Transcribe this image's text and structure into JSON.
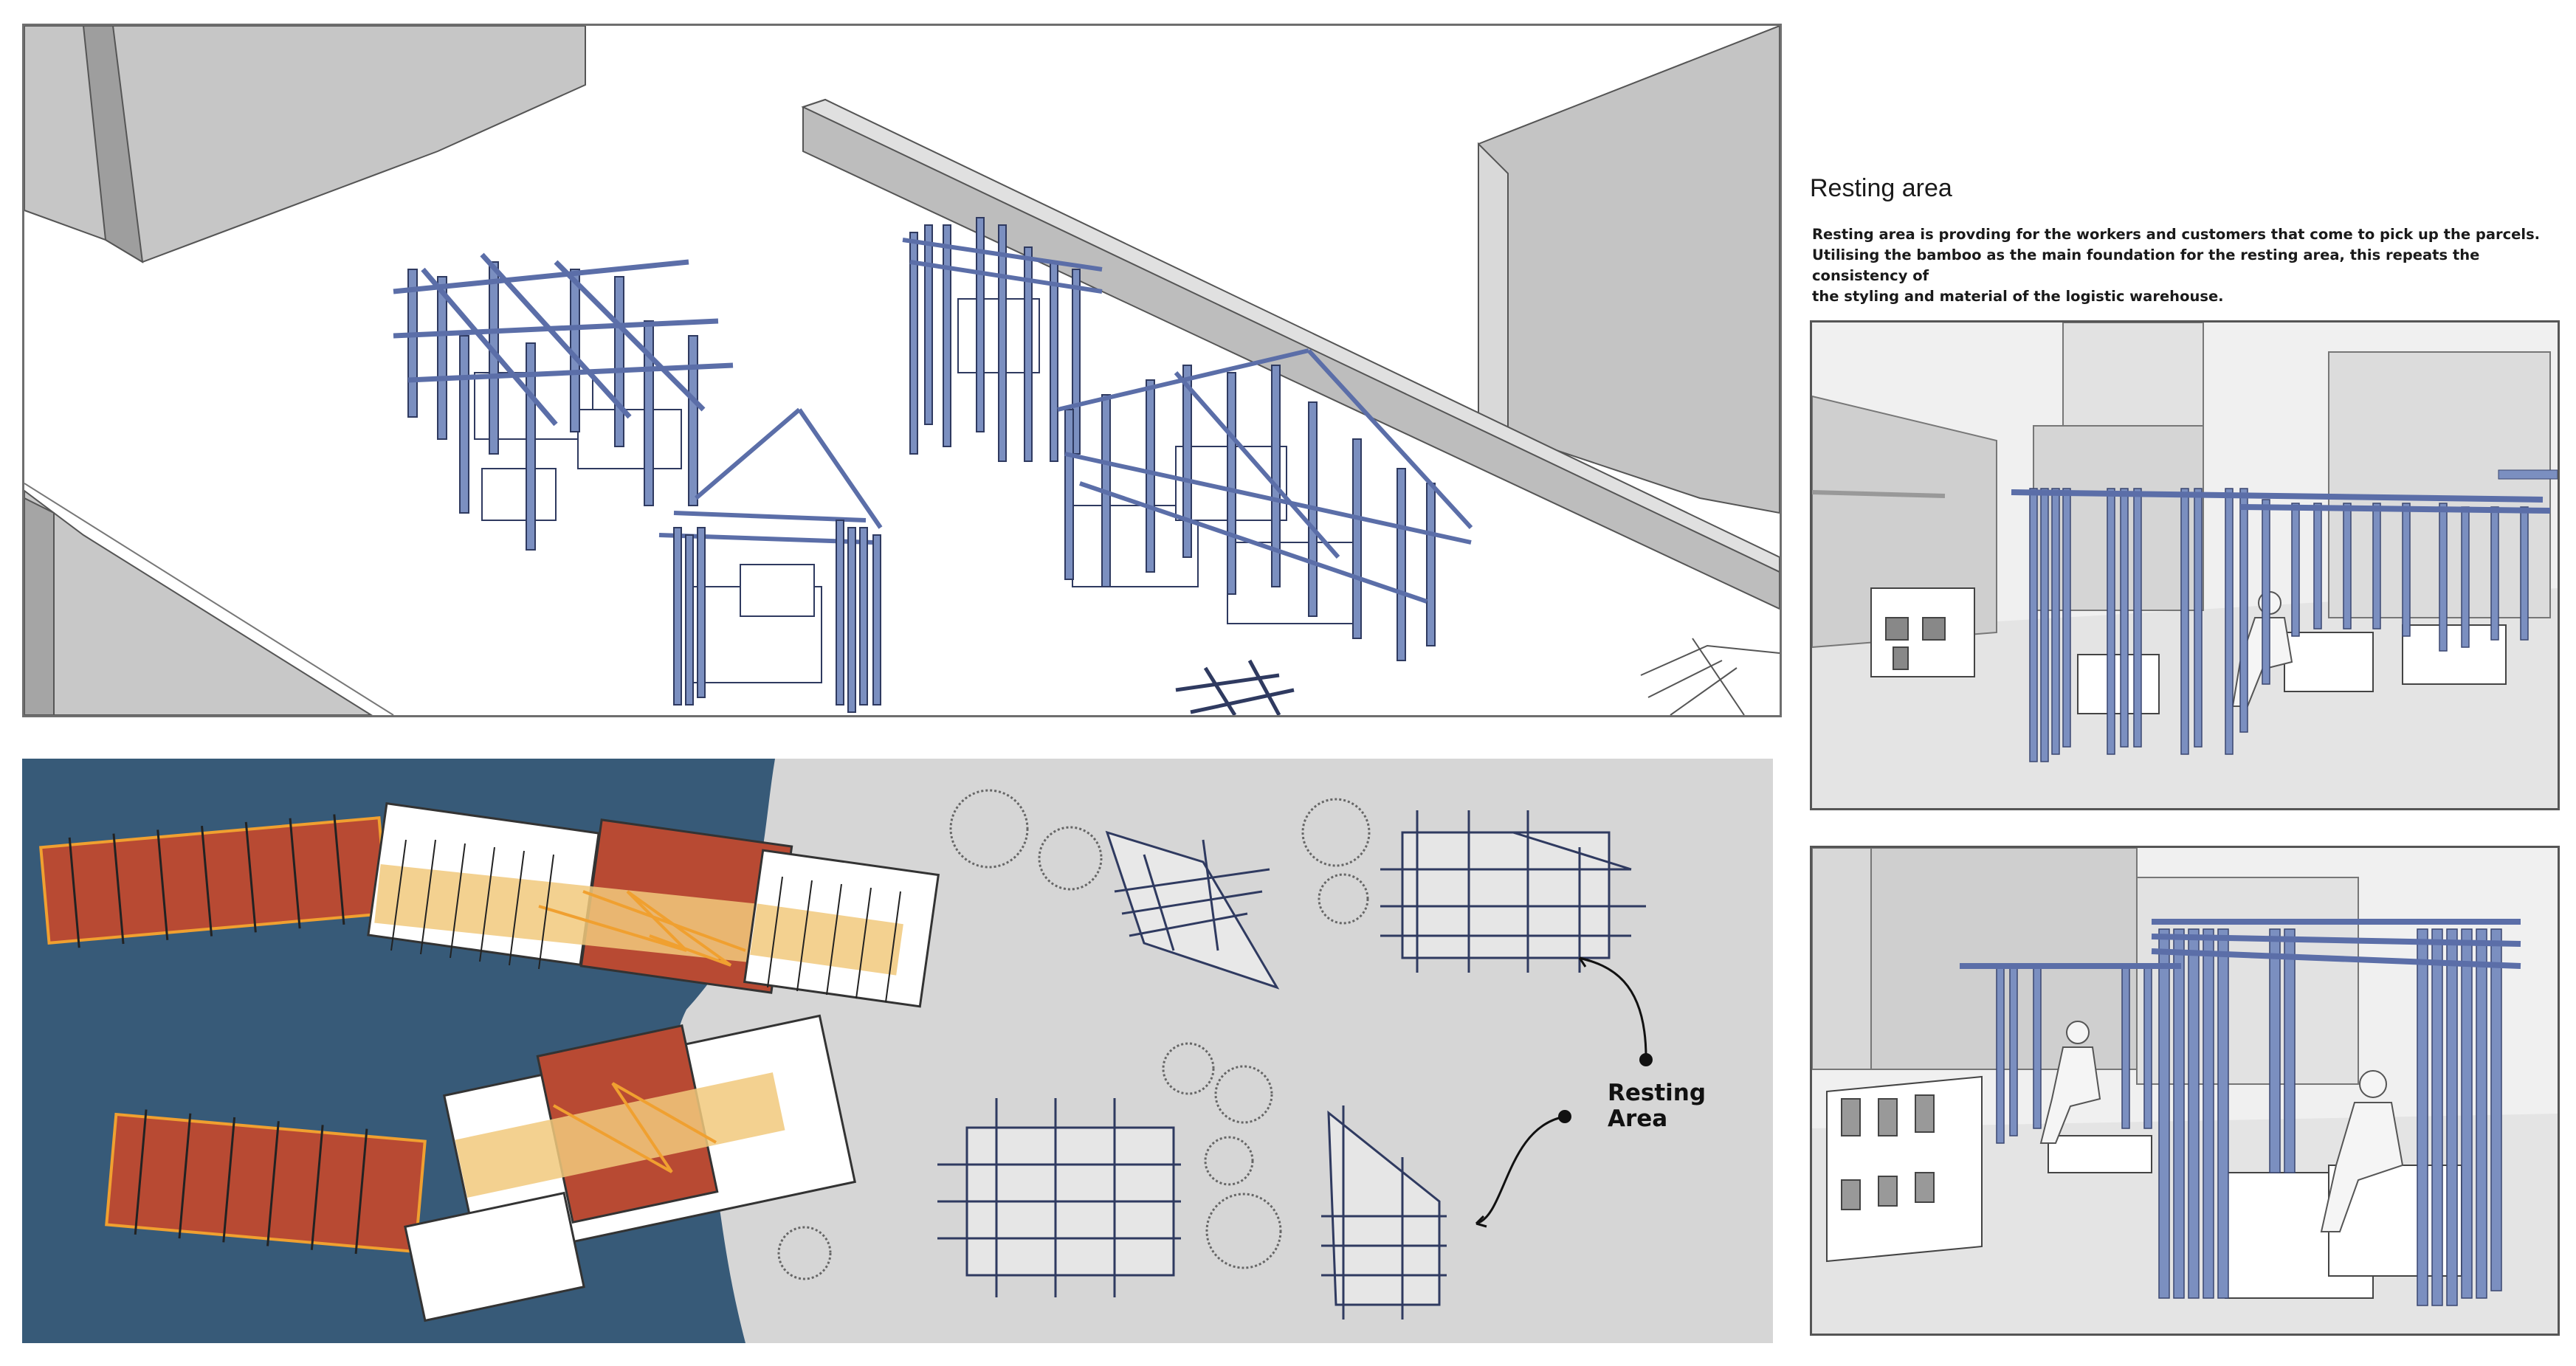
{
  "resting_area": {
    "heading": "Resting area",
    "description_lines": [
      "Resting area is provding for the workers and customers that come to pick up the parcels.",
      "Utilising the bamboo as the main foundation for the resting area, this repeats the consistency of",
      "the styling and material of the logistic warehouse."
    ]
  },
  "site_plan": {
    "label_lines": [
      "Resting",
      "Area"
    ]
  },
  "colors": {
    "bamboo_blue": "#7b8fc0",
    "bamboo_outline": "#3a4670",
    "plan_navy": "#375a78",
    "plan_grey": "#d6d6d6",
    "plan_red": "#b84a33",
    "plan_yellow": "#f1c97d",
    "plan_orange": "#f0a030",
    "building_grey": "#b8b8b8"
  }
}
